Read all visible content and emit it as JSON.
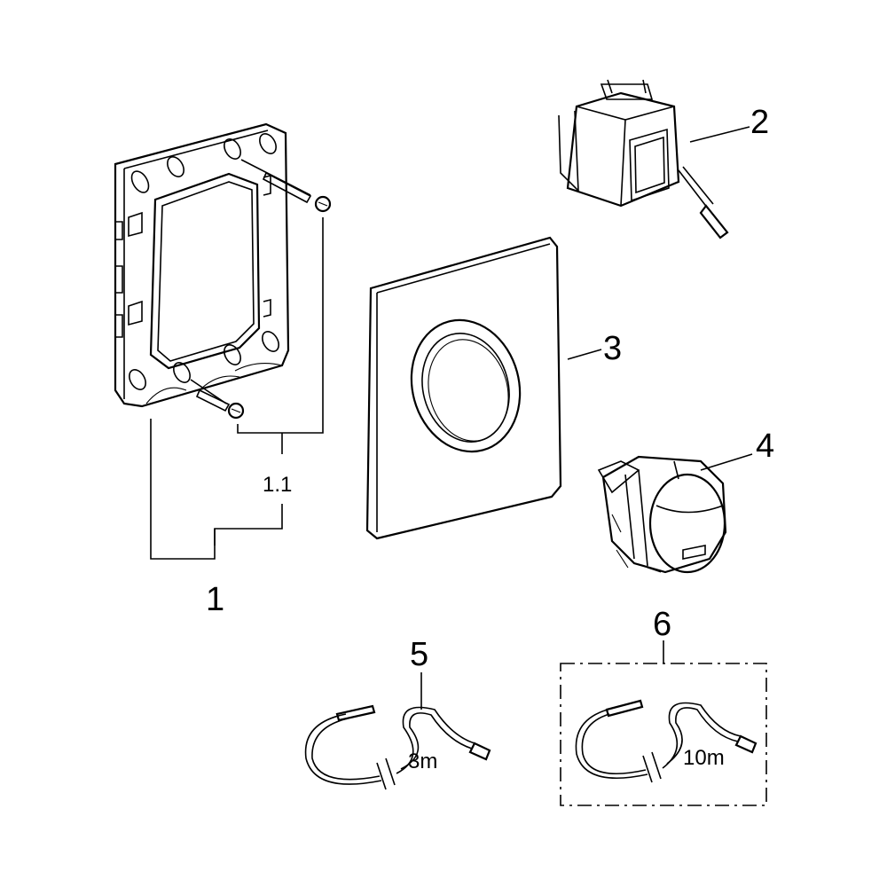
{
  "callouts": {
    "part_1": "1",
    "part_1_1": "1.1",
    "part_2": "2",
    "part_3": "3",
    "part_4": "4",
    "part_5": "5",
    "part_6": "6"
  },
  "cables": {
    "cable_short_length": "3m",
    "cable_long_length": "10m"
  }
}
